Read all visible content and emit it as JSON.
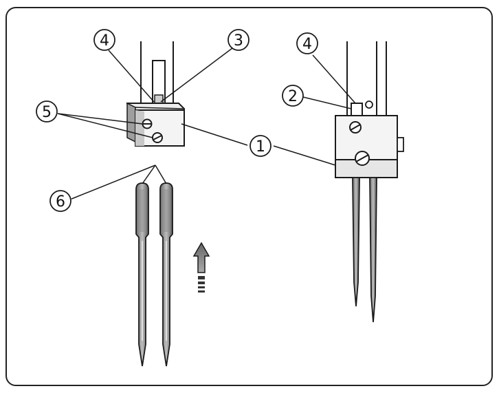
{
  "callouts": [
    {
      "id": "callout-1",
      "label": "1"
    },
    {
      "id": "callout-2",
      "label": "2"
    },
    {
      "id": "callout-3",
      "label": "3"
    },
    {
      "id": "callout-4-left",
      "label": "4"
    },
    {
      "id": "callout-4-right",
      "label": "4"
    },
    {
      "id": "callout-5",
      "label": "5"
    },
    {
      "id": "callout-6",
      "label": "6"
    }
  ],
  "colors": {
    "stroke": "#1a1a1a",
    "shade": "#9a9a9a",
    "light_shade": "#d6d6d6",
    "arrow": "#8a8a8a",
    "frame": "#222222"
  }
}
